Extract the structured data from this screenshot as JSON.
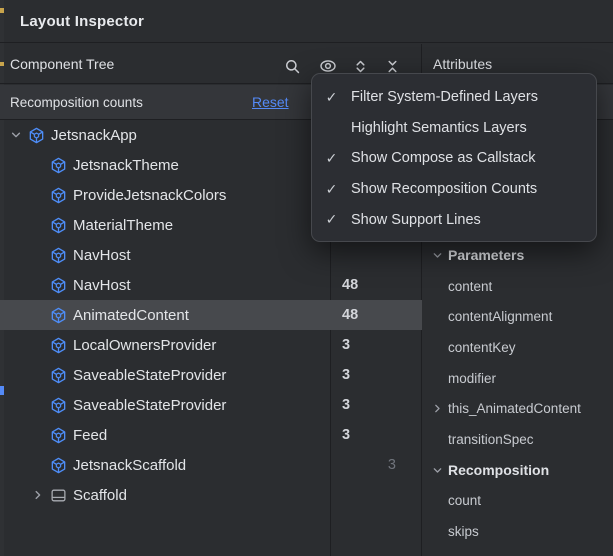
{
  "window": {
    "title": "Layout Inspector"
  },
  "component_tree": {
    "header": "Component Tree",
    "toolbar": {
      "icons": [
        {
          "name": "search-icon"
        },
        {
          "name": "view-options-eye-icon"
        },
        {
          "name": "expand-all-icon"
        },
        {
          "name": "collapse-all-icon"
        }
      ]
    },
    "banner": {
      "label": "Recomposition counts",
      "reset_label": "Reset"
    },
    "rows": [
      {
        "label": "JetsnackApp",
        "level": 0,
        "chevron": "expanded",
        "icon": "compose-icon",
        "count": "",
        "skips": "",
        "selected": false
      },
      {
        "label": "JetsnackTheme",
        "level": 1,
        "chevron": "none",
        "icon": "compose-icon",
        "count": "",
        "skips": "",
        "selected": false
      },
      {
        "label": "ProvideJetsnackColors",
        "level": 1,
        "chevron": "none",
        "icon": "compose-icon",
        "count": "",
        "skips": "",
        "selected": false
      },
      {
        "label": "MaterialTheme",
        "level": 1,
        "chevron": "none",
        "icon": "compose-icon",
        "count": "",
        "skips": "",
        "selected": false
      },
      {
        "label": "NavHost",
        "level": 1,
        "chevron": "none",
        "icon": "compose-icon",
        "count": "",
        "skips": "",
        "selected": false
      },
      {
        "label": "NavHost",
        "level": 1,
        "chevron": "none",
        "icon": "compose-icon",
        "count": "48",
        "skips": "",
        "selected": false
      },
      {
        "label": "AnimatedContent",
        "level": 1,
        "chevron": "none",
        "icon": "compose-icon",
        "count": "48",
        "skips": "",
        "selected": true
      },
      {
        "label": "LocalOwnersProvider",
        "level": 1,
        "chevron": "none",
        "icon": "compose-icon",
        "count": "3",
        "skips": "",
        "selected": false
      },
      {
        "label": "SaveableStateProvider",
        "level": 1,
        "chevron": "none",
        "icon": "compose-icon",
        "count": "3",
        "skips": "",
        "selected": false
      },
      {
        "label": "SaveableStateProvider",
        "level": 1,
        "chevron": "none",
        "icon": "compose-icon",
        "count": "3",
        "skips": "",
        "selected": false
      },
      {
        "label": "Feed",
        "level": 1,
        "chevron": "none",
        "icon": "compose-icon",
        "count": "3",
        "skips": "",
        "selected": false
      },
      {
        "label": "JetsnackScaffold",
        "level": 1,
        "chevron": "none",
        "icon": "compose-icon",
        "count": "",
        "skips": "3",
        "selected": false
      },
      {
        "label": "Scaffold",
        "level": 1,
        "chevron": "collapsed",
        "icon": "scaffold-icon",
        "count": "",
        "skips": "",
        "selected": false
      }
    ]
  },
  "view_options_menu": {
    "items": [
      {
        "label": "Filter System-Defined Layers",
        "checked": true
      },
      {
        "label": "Highlight Semantics Layers",
        "checked": false
      },
      {
        "label": "Show Compose as Callstack",
        "checked": true
      },
      {
        "label": "Show Recomposition Counts",
        "checked": true
      },
      {
        "label": "Show Support Lines",
        "checked": true
      }
    ]
  },
  "attributes": {
    "header": "Attributes",
    "sections": [
      {
        "title": "Parameters",
        "items": [
          {
            "label": "content",
            "expandable": false
          },
          {
            "label": "contentAlignment",
            "expandable": false
          },
          {
            "label": "contentKey",
            "expandable": false
          },
          {
            "label": "modifier",
            "expandable": false
          },
          {
            "label": "this_AnimatedContent",
            "expandable": true
          },
          {
            "label": "transitionSpec",
            "expandable": false
          }
        ]
      },
      {
        "title": "Recomposition",
        "items": [
          {
            "label": "count",
            "expandable": false
          },
          {
            "label": "skips",
            "expandable": false
          }
        ]
      }
    ]
  },
  "glyphs": {
    "check": "✓"
  },
  "colors": {
    "panel_bg": "#2b2d30",
    "banner_bg": "#34363a",
    "menu_bg": "#2c2e33",
    "selection_bg": "#47494d",
    "border": "#1e1f22",
    "accent_blue": "#548af7",
    "compose_icon_blue": "#4e8df7",
    "text_primary": "#dfe1e5",
    "text_dim": "#70747c",
    "gutter_mark_yellow": "#c8a44c"
  }
}
